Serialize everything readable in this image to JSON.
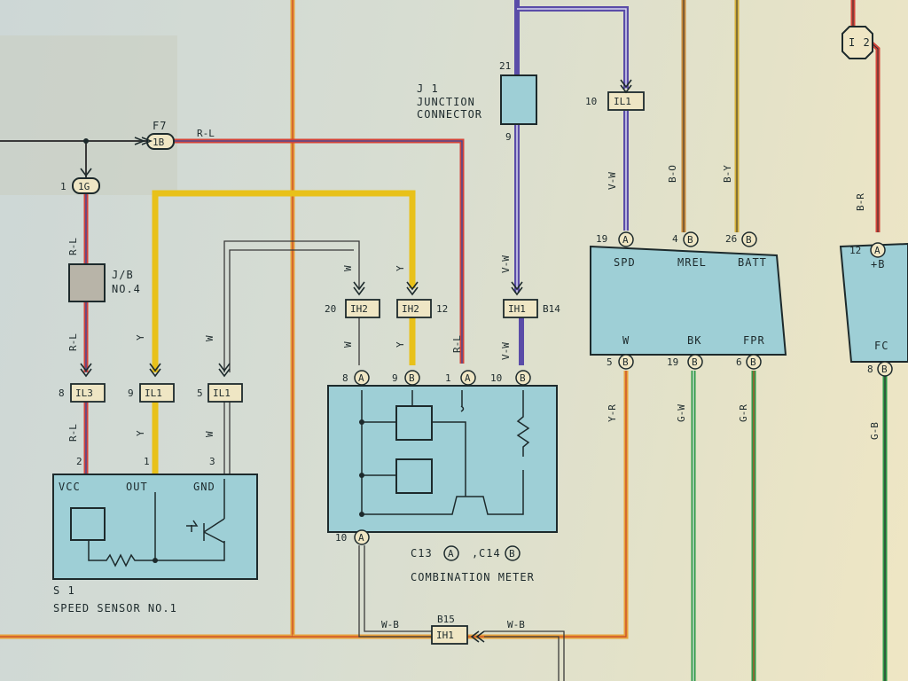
{
  "components": {
    "s1": {
      "code": "S 1",
      "name": "SPEED SENSOR NO.1",
      "pins": [
        "VCC",
        "OUT",
        "GND"
      ]
    },
    "meter": {
      "code": "C13",
      "conn_a": "A",
      "conn_sep": ",",
      "code2": "C14",
      "conn_b": "B",
      "name": "COMBINATION METER"
    },
    "j1": {
      "code": "J 1",
      "name_line1": "JUNCTION",
      "name_line2": "CONNECTOR",
      "pin_top": "21",
      "pin_bottom": "9"
    },
    "jb": {
      "line1": "J/B",
      "line2": "NO.4"
    },
    "ecu": {
      "pins_top": [
        "SPD",
        "MREL",
        "BATT"
      ],
      "pins_bottom": [
        "W",
        "BK",
        "FPR"
      ]
    },
    "ecu2": {
      "pin_top": "+B",
      "pin_bottom": "FC"
    },
    "splice_i2": "I 2",
    "splice_f7": "F7"
  },
  "connectors": {
    "ih2_a": "IH2",
    "ih2_b": "IH2",
    "ih1_b14": "IH1",
    "b14": "B14",
    "il1_top": "IL1",
    "il3": "IL3",
    "il1_a": "IL1",
    "il1_b": "IL1",
    "ih1_bottom": "IH1",
    "b15": "B15",
    "c1b": "1B",
    "c1g": "1G"
  },
  "wires": {
    "r_l": "R-L",
    "y": "Y",
    "w": "W",
    "v_w": "V-W",
    "y_r": "Y-R",
    "g_w": "G-W",
    "g_r": "G-R",
    "g_b": "G-B",
    "b_o": "B-O",
    "b_y": "B-Y",
    "b_r": "B-R",
    "w_b": "W-B"
  },
  "pin_numbers": {
    "p1": "1",
    "p2": "2",
    "p3": "3",
    "p5": "5",
    "p6": "6",
    "p8": "8",
    "p9": "9",
    "p10": "10",
    "p12": "12",
    "p19": "19",
    "p20": "20",
    "p26": "26",
    "p4": "4",
    "pa": "A",
    "pb": "B"
  },
  "colors": {
    "red": "#d4443a",
    "yellow": "#e8c11a",
    "violet": "#5a4ca8",
    "green": "#2f9a48",
    "blue_box": "#9ecfd6",
    "orange": "#e8a23a"
  }
}
